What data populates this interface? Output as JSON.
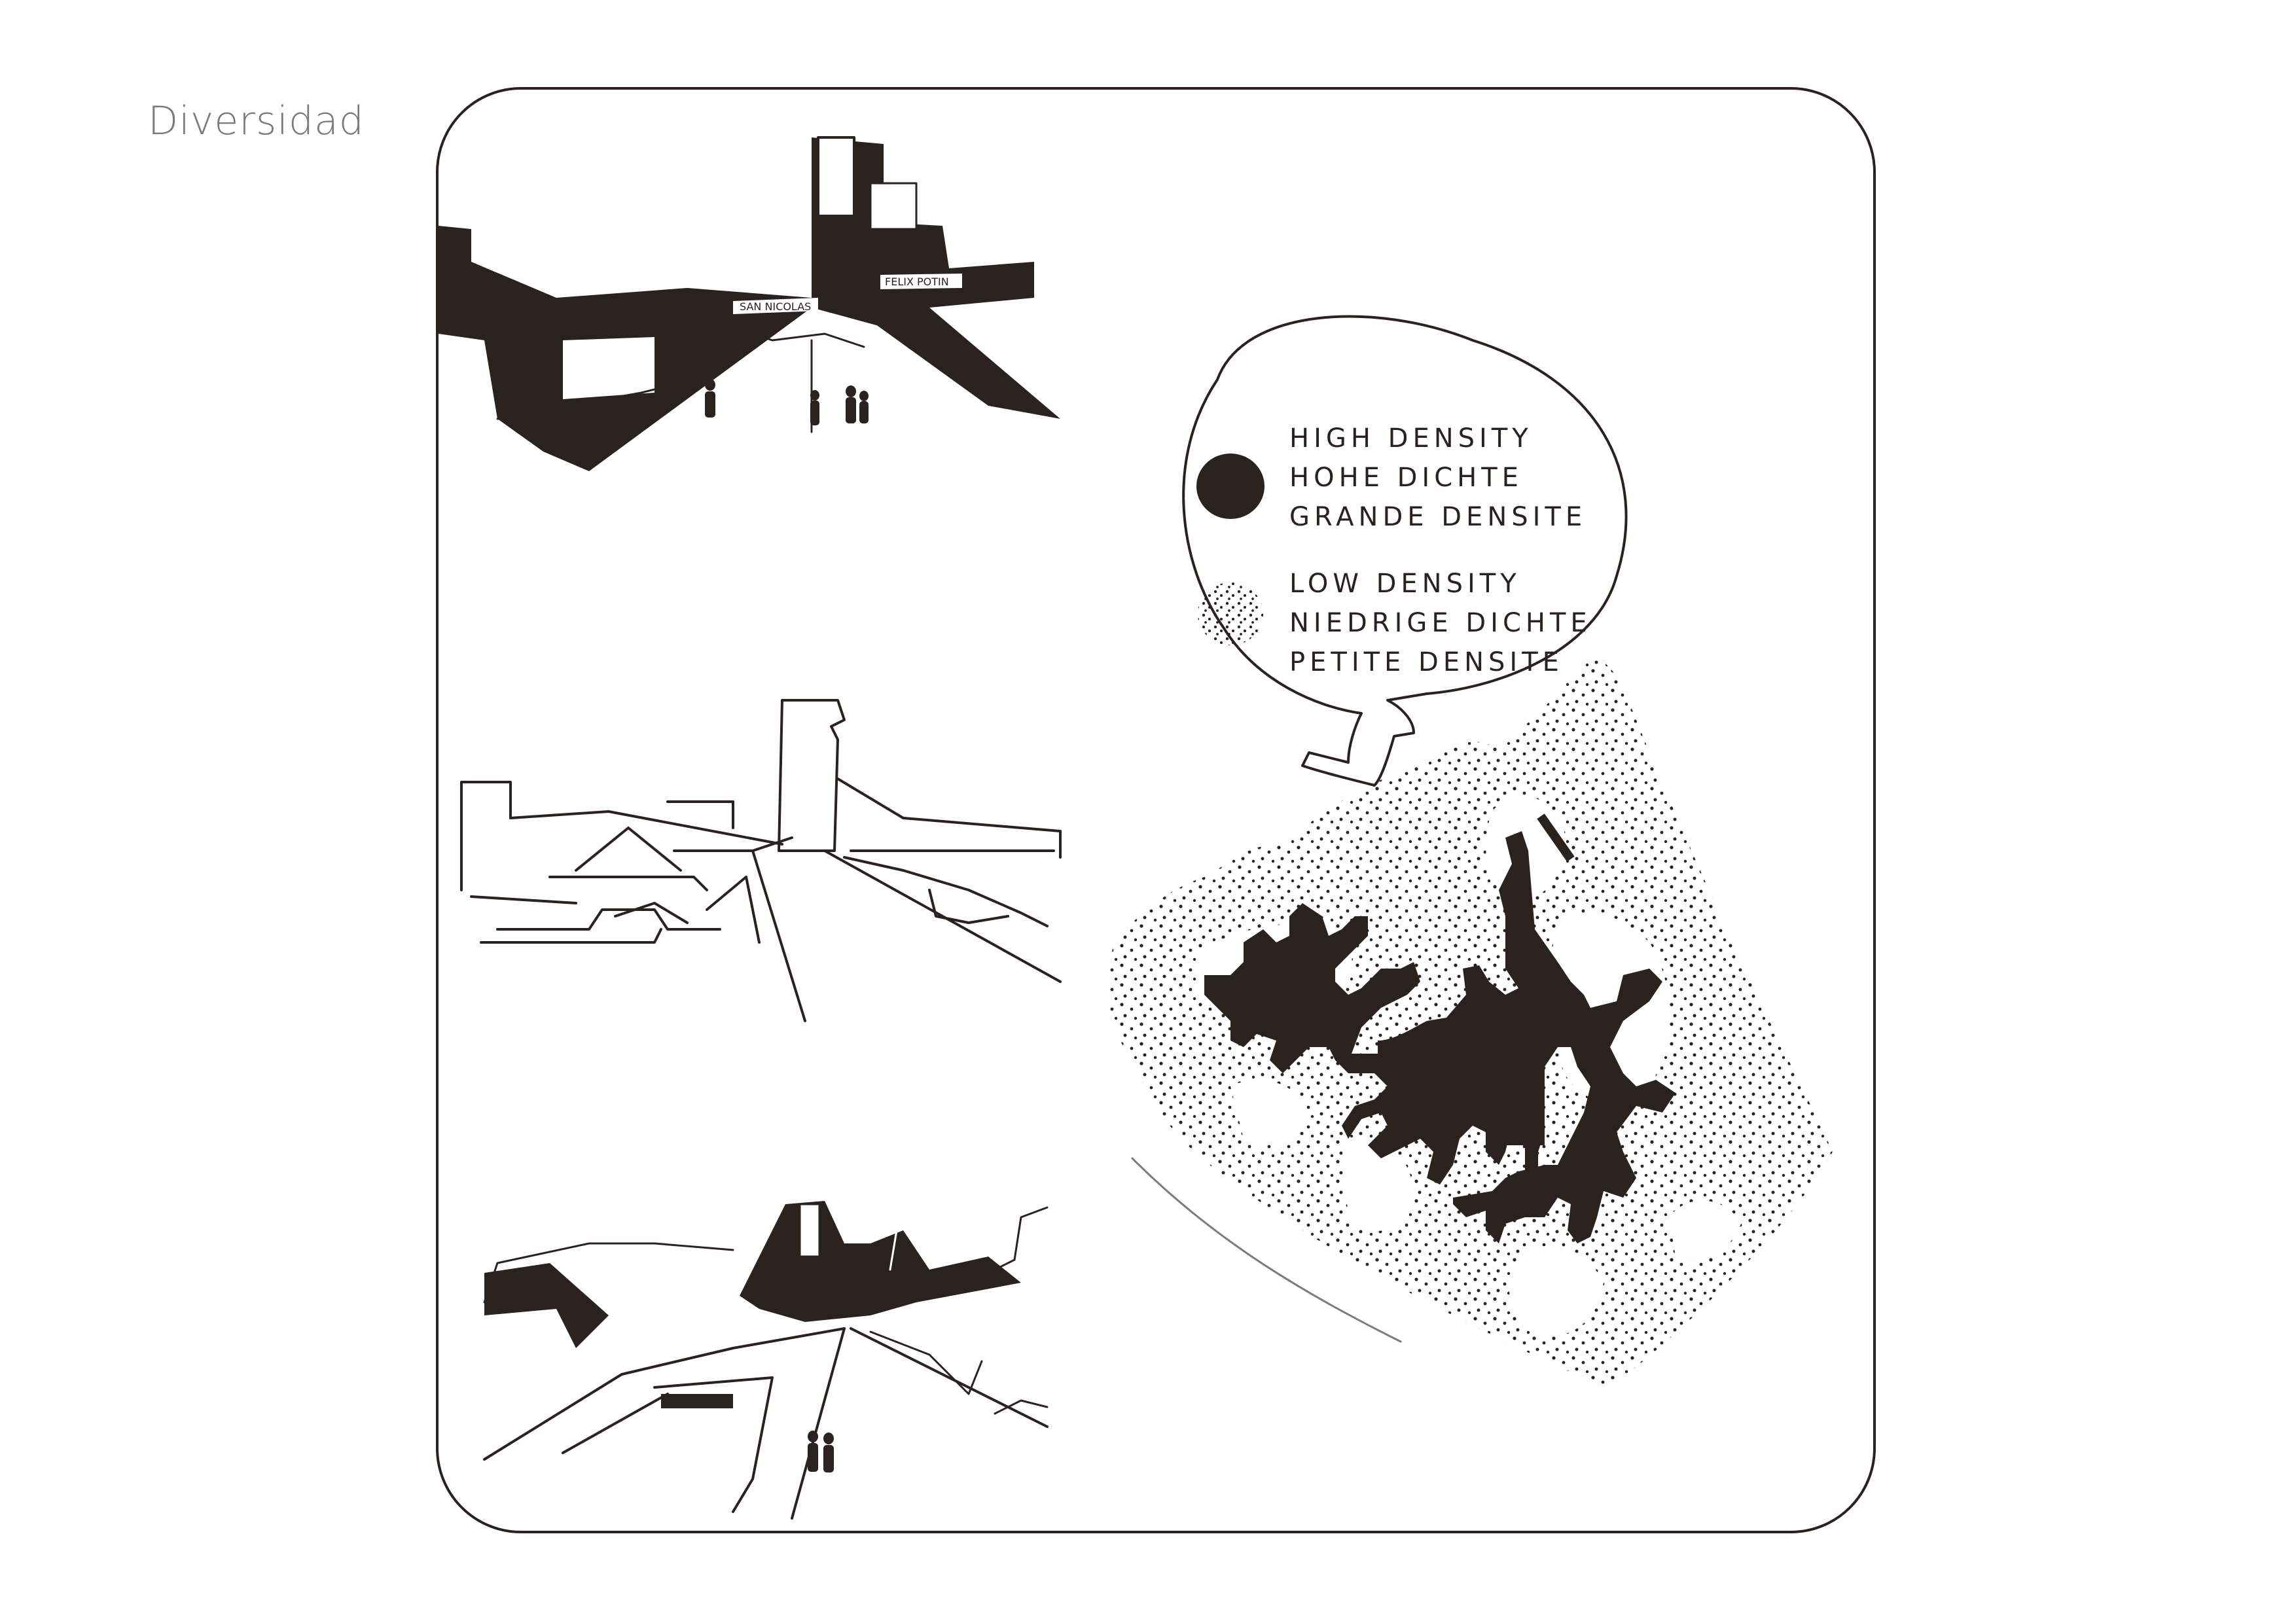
{
  "page": {
    "title": "Diversidad"
  },
  "legend": {
    "high": {
      "lines": [
        "HIGH DENSITY",
        "HOHE DICHTE",
        "GRANDE DENSITE"
      ]
    },
    "low": {
      "lines": [
        "LOW DENSITY",
        "NIEDRIGE DICHTE",
        "PETITE DENSITE"
      ]
    }
  },
  "colors": {
    "ink": "#2a221e",
    "paper": "#ffffff",
    "label": "#7a7a7a"
  },
  "sketches": [
    "street-perspective-sketch",
    "plaza-perspective-sketch",
    "promenade-perspective-sketch"
  ],
  "map": {
    "high_density_pattern": "solid-black",
    "low_density_pattern": "stipple-dots"
  }
}
